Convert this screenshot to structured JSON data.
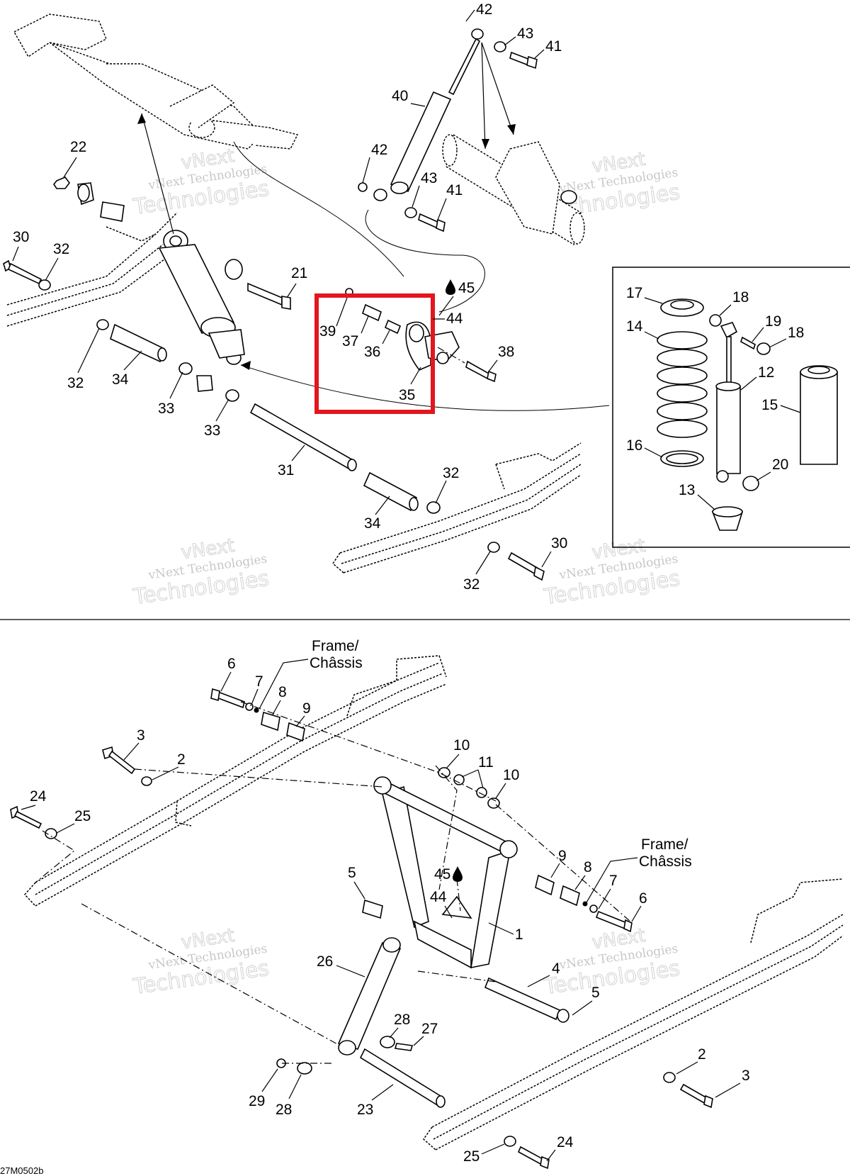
{
  "diagram": {
    "doc_id": "27M0502b",
    "watermark_line1": "vNext Technologies",
    "watermark_line2": "Technologies",
    "watermark_top": "vNext",
    "frame_label_1": "Frame/",
    "frame_label_2": "Châssis",
    "highlight_color": "#e3161e",
    "callouts_top": [
      "42",
      "43",
      "41",
      "40",
      "42",
      "43",
      "41",
      "22",
      "30",
      "32",
      "21",
      "45",
      "44",
      "39",
      "37",
      "36",
      "38",
      "35",
      "32",
      "34",
      "33",
      "33",
      "31",
      "32",
      "34",
      "30",
      "32"
    ],
    "callouts_inset": [
      "17",
      "18",
      "14",
      "19",
      "18",
      "12",
      "15",
      "16",
      "20",
      "13"
    ],
    "callouts_bottom": [
      "6",
      "7",
      "8",
      "9",
      "3",
      "2",
      "10",
      "11",
      "10",
      "24",
      "25",
      "9",
      "8",
      "7",
      "6",
      "5",
      "45",
      "44",
      "1",
      "26",
      "4",
      "5",
      "28",
      "27",
      "29",
      "28",
      "23",
      "2",
      "3",
      "25",
      "24"
    ]
  }
}
